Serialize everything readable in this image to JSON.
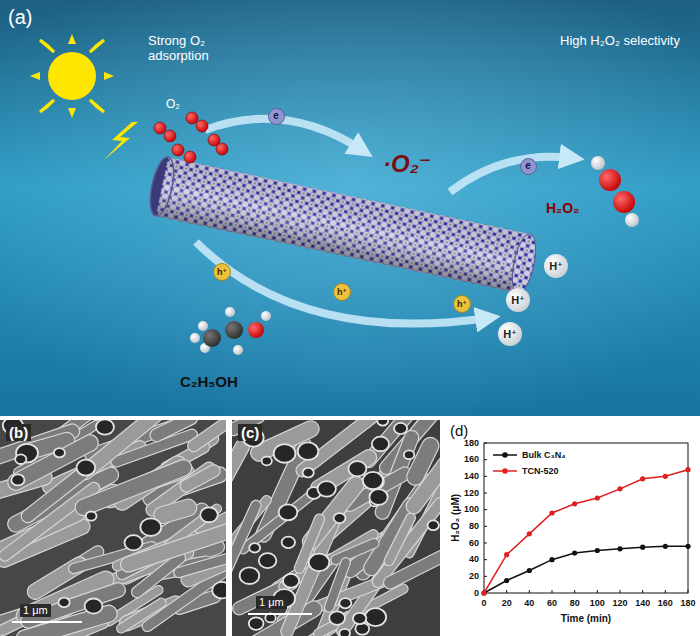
{
  "diagram": {
    "nodes": [
      {
        "text": [
          "e"
        ]
      },
      {
        "text": [
          "e"
        ]
      },
      {
        "text": [
          "h⁺"
        ]
      },
      {
        "text": [
          "h⁺"
        ]
      },
      {
        "text": [
          "h⁺"
        ]
      },
      {
        "text": [
          "H⁺"
        ]
      },
      {
        "text": [
          "H⁺"
        ]
      },
      {
        "text": [
          "H⁺"
        ]
      }
    ],
    "labels": [
      "(a)",
      "Strong O₂ adsorption",
      "O₂",
      "·O₂⁻",
      "High H₂O₂ selectivity",
      "H₂O₂",
      "C₂H₅OH",
      "(b)",
      "1 μm",
      "(c)",
      "1 μm",
      "(d)",
      "H₂O₂ (μM)",
      "Time (min)",
      "0",
      "20",
      "40",
      "60",
      "80",
      "100",
      "120",
      "140",
      "160",
      "180",
      "0",
      "20",
      "40",
      "60",
      "80",
      "100",
      "120",
      "140",
      "160",
      "180"
    ],
    "legend": [
      {
        "text": "Bulk C₃N₄"
      },
      {
        "text": "TCN-520"
      }
    ]
  }
}
